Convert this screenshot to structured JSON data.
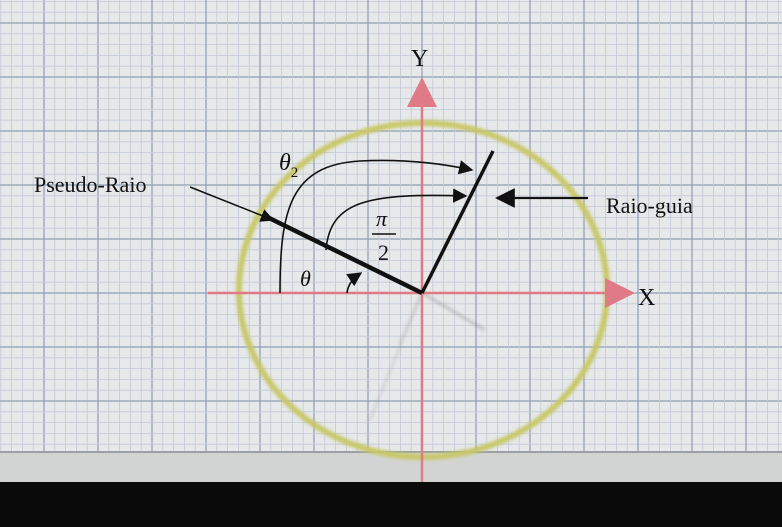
{
  "labels": {
    "y_axis": "Y",
    "x_axis": "X",
    "pseudo_radius": "Pseudo-Raio",
    "guide_radius": "Raio-guia",
    "theta": "θ",
    "theta2_symbol": "θ",
    "theta2_subscript": "2",
    "pi_numerator": "π",
    "pi_denominator": "2"
  },
  "colors": {
    "paper": "#e6e8ea",
    "grid_minor": "#c3cad6",
    "grid_major": "#8f9db5",
    "axis": "#e07a86",
    "circle": "#c8c868",
    "radius_line": "#111111",
    "strip": "#d2d4d4",
    "bottom_bar": "#0a0a0a"
  }
}
